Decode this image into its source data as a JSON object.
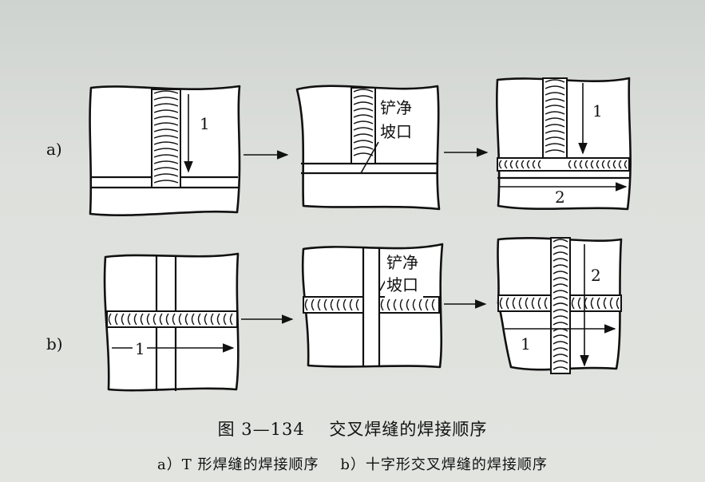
{
  "row_labels": {
    "a": "a)",
    "b": "b)"
  },
  "annotations": {
    "gouge_line1": "铲净",
    "gouge_line2": "坡口"
  },
  "sequence_numbers": {
    "one": "1",
    "two": "2"
  },
  "caption": {
    "figure_no": "图 3—134",
    "title": "交叉焊缝的焊接顺序",
    "sub_a": "a）T 形焊缝的焊接顺序",
    "sub_b": "b）十字形交叉焊缝的焊接顺序"
  }
}
